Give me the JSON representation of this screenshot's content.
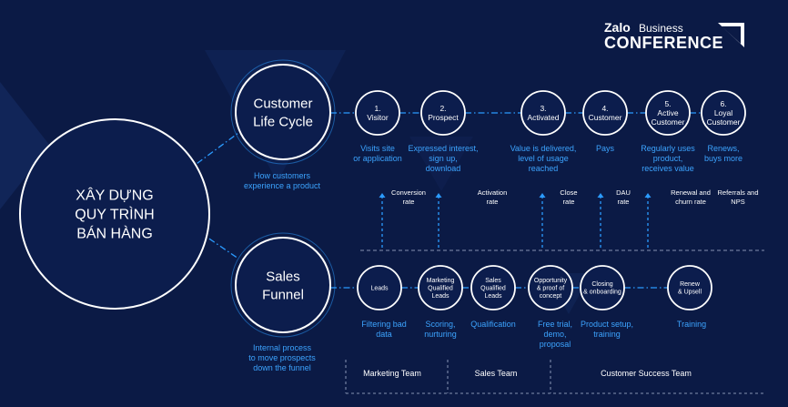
{
  "colors": {
    "background": "#0b1a45",
    "background_shape": "#13285c",
    "circle_stroke": "#ffffff",
    "node_fill": "#0c1d4d",
    "connector": "#2b9bff",
    "caption": "#3ca4ff",
    "white": "#ffffff",
    "dim_line": "#6c7a9c"
  },
  "brand": {
    "zalo": "Zalo",
    "business": "Business",
    "conference": "CONFERENCE"
  },
  "main": {
    "lines": [
      "XÂY DỰNG",
      "QUY TRÌNH",
      "BÁN HÀNG"
    ]
  },
  "lifecycle": {
    "title_lines": [
      "Customer",
      "Life Cycle"
    ],
    "caption_lines": [
      "How customers",
      "experience a product"
    ],
    "stages": [
      {
        "label_lines": [
          "1.",
          "Visitor"
        ],
        "desc_lines": [
          "Visits site",
          "or application"
        ]
      },
      {
        "label_lines": [
          "2.",
          "Prospect"
        ],
        "desc_lines": [
          "Expressed interest,",
          "sign up,",
          "download"
        ]
      },
      {
        "label_lines": [
          "3.",
          "Activated"
        ],
        "desc_lines": [
          "Value is delivered,",
          "level of usage",
          "reached"
        ]
      },
      {
        "label_lines": [
          "4.",
          "Customer"
        ],
        "desc_lines": [
          "Pays"
        ]
      },
      {
        "label_lines": [
          "5.",
          "Active",
          "Customer"
        ],
        "desc_lines": [
          "Regularly uses",
          "product,",
          "receives value"
        ]
      },
      {
        "label_lines": [
          "6.",
          "Loyal",
          "Customer"
        ],
        "desc_lines": [
          "Renews,",
          "buys more"
        ]
      }
    ]
  },
  "metrics": [
    {
      "lines": [
        "Conversion",
        "rate"
      ]
    },
    {
      "lines": [
        "Activation",
        "rate"
      ]
    },
    {
      "lines": [
        "Close",
        "rate"
      ]
    },
    {
      "lines": [
        "DAU",
        "rate"
      ]
    },
    {
      "lines": [
        "Renewal and",
        "churn rate"
      ]
    },
    {
      "lines": [
        "Referrals and",
        "NPS"
      ]
    }
  ],
  "funnel": {
    "title_lines": [
      "Sales",
      "Funnel"
    ],
    "caption_lines": [
      "Internal process",
      "to move prospects",
      "down the funnel"
    ],
    "stages": [
      {
        "label_lines": [
          "Leads"
        ],
        "desc_lines": [
          "Filtering bad",
          "data"
        ]
      },
      {
        "label_lines": [
          "Marketing",
          "Qualified",
          "Leads"
        ],
        "desc_lines": [
          "Scoring,",
          "nurturing"
        ]
      },
      {
        "label_lines": [
          "Sales",
          "Qualified",
          "Leads"
        ],
        "desc_lines": [
          "Qualification"
        ]
      },
      {
        "label_lines": [
          "Opportunity",
          "& proof of",
          "concept"
        ],
        "desc_lines": [
          "Free trial,",
          "demo,",
          "proposal"
        ]
      },
      {
        "label_lines": [
          "Closing",
          "& onboarding"
        ],
        "desc_lines": [
          "Product setup,",
          "training"
        ]
      },
      {
        "label_lines": [
          "Renew",
          "& Upsell"
        ],
        "desc_lines": [
          "Training"
        ]
      }
    ]
  },
  "teams": [
    "Marketing Team",
    "Sales Team",
    "Customer Success Team"
  ]
}
